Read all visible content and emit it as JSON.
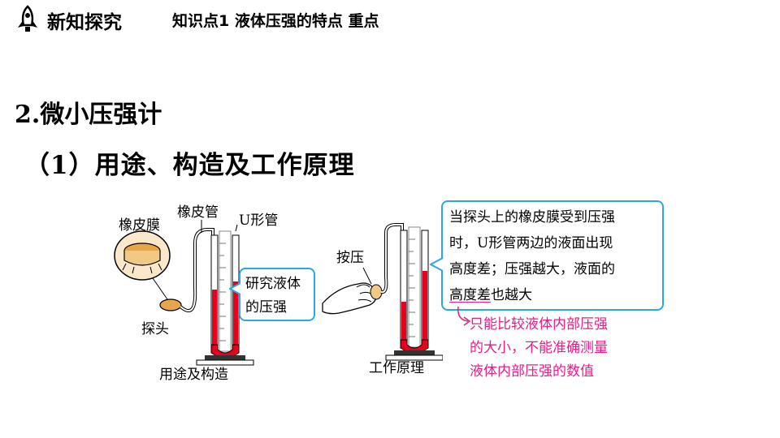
{
  "header": {
    "title": "新知探究",
    "subtitle": "知识点1  液体压强的特点  重点",
    "icon": "rocket-icon"
  },
  "section_title": "2.微小压强计",
  "subsection_title": "（1）用途、构造及工作原理",
  "diagram_left": {
    "label_membrane": "橡皮膜",
    "label_rubber_tube": "橡皮管",
    "label_u_tube": "U形管",
    "label_probe": "探头",
    "caption": "用途及构造",
    "callout_lines": [
      "研究液体",
      "的压强"
    ]
  },
  "diagram_right": {
    "label_press": "按压",
    "caption": "工作原理",
    "callout_lines": [
      "当探头上的橡皮膜受到压强",
      "时，U形管两边的液面出现",
      "高度差；压强越大，液面的"
    ],
    "callout_last_underlined": "高度差",
    "callout_last_rest": "也越大"
  },
  "note_lines": [
    "只能比较液体内部压强",
    "的大小，不能准确测量",
    "液体内部压强的数值"
  ],
  "colors": {
    "accent_blue": "#2aa9e0",
    "note_pink": "#e0208a",
    "liquid_red": "#e8001c"
  }
}
